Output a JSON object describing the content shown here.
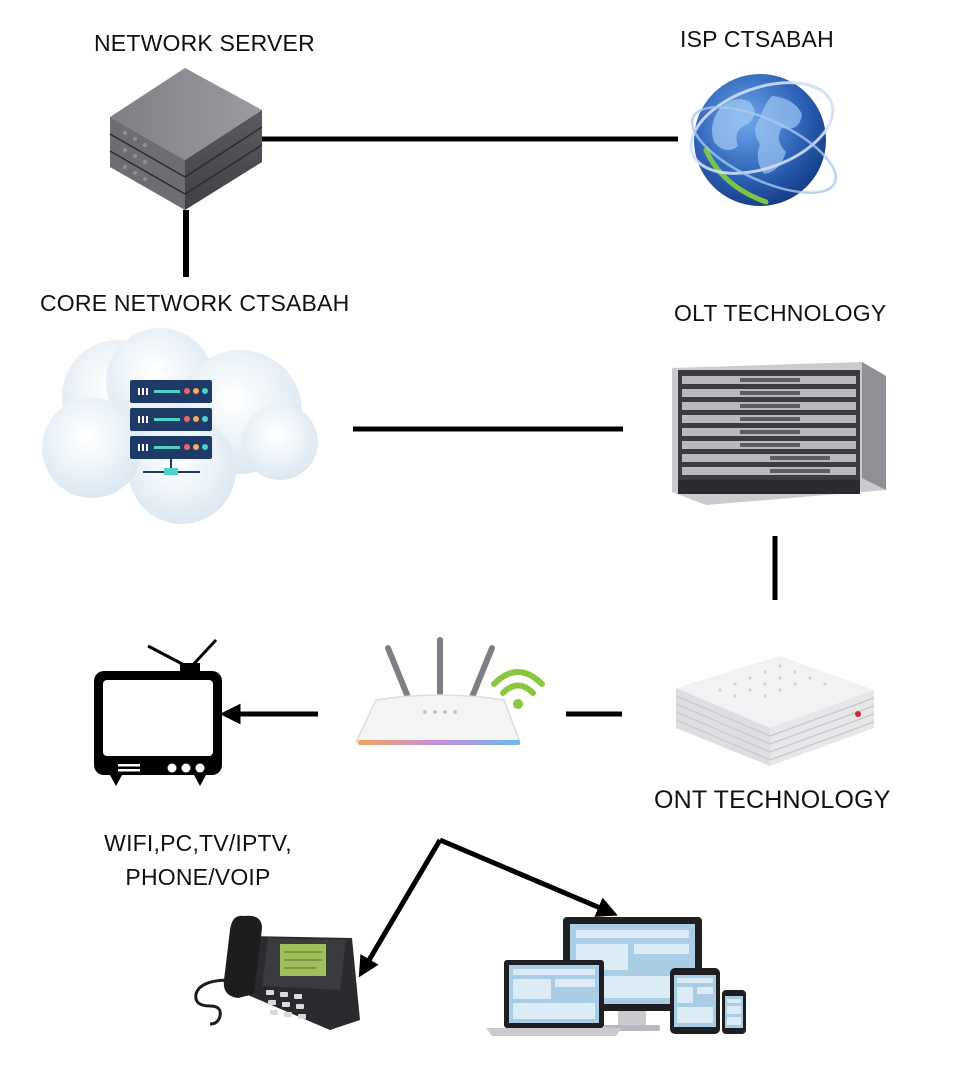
{
  "nodes": {
    "network_server": {
      "label": "NETWORK SERVER",
      "icon": "server-rack-icon"
    },
    "isp": {
      "label": "ISP CTSABAH",
      "icon": "globe-icon"
    },
    "core_network": {
      "label": "CORE NETWORK CTSABAH",
      "icon": "cloud-server-icon"
    },
    "olt": {
      "label": "OLT TECHNOLOGY",
      "icon": "olt-chassis-icon"
    },
    "ont": {
      "label": "ONT TECHNOLOGY",
      "icon": "ont-modem-icon"
    },
    "router": {
      "icon": "wifi-router-icon"
    },
    "tv": {
      "icon": "television-icon"
    },
    "phone": {
      "icon": "voip-phone-icon"
    },
    "devices": {
      "icon": "computer-devices-icon"
    }
  },
  "services": {
    "line1": "WIFI,PC,TV/IPTV,",
    "line2": "PHONE/VOIP"
  },
  "colors": {
    "line": "#000000",
    "screen": "#a9cde4",
    "globe": "#2f63b8",
    "wifi": "#8cc63f"
  }
}
